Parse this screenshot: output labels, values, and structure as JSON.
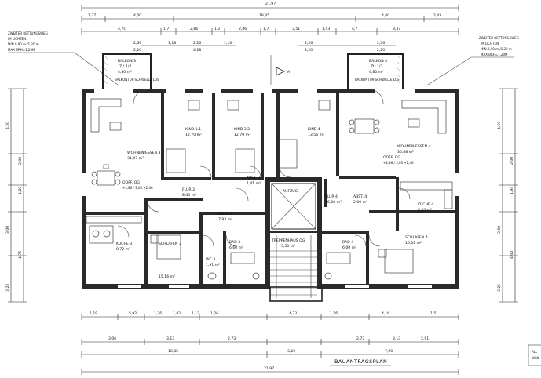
{
  "plan_title": "BAUANTRAGSPLAN",
  "north_marker": "A",
  "cut_edge_text": [
    "ALL",
    "WAN"
  ],
  "escape_notes": {
    "left": [
      "ZWEITER RETTUNGSWEG",
      "IM LICHTEN",
      "MIN.0,90 m /1,20 m",
      "MAX BRH=1,20M"
    ],
    "right": [
      "ZWEITER RETTUNGSWEG",
      "IM LICHTEN",
      "MIN.0,90 m /1,20 m",
      "MAX BRH=1,20M"
    ]
  },
  "rooms": {
    "balkon3": {
      "name": "BALKON 3",
      "sub": "ZU 1/2",
      "area": "4,80 m²"
    },
    "balkon4": {
      "name": "BALKON 4",
      "sub": "ZU 1/2",
      "area": "4,80 m²"
    },
    "schwelle3": "BALKONTÜR-SCHWELLE LOS",
    "schwelle4": "BALKONTÜR-SCHWELLE LOS",
    "kind31": {
      "name": "KIND 3.1",
      "area": "12,70 m²"
    },
    "kind32": {
      "name": "KIND 3.2",
      "area": "12,70 m²"
    },
    "kind4": {
      "name": "KIND 4",
      "area": "13,56 m²"
    },
    "wohnen3": {
      "name": "WOHNEN/ESSEN 3",
      "area": "31,47 m²"
    },
    "wohnen4": {
      "name": "WOHNEN/ESSEN 4",
      "area": "30,88 m²"
    },
    "kueche3": {
      "name": "KÜCHE 3",
      "area": "8,72 m²"
    },
    "kueche4": {
      "name": "KÜCHE 4",
      "area": "8,35 m²"
    },
    "flur3": {
      "name": "FLUR 3",
      "area": "8,40 m²"
    },
    "flur4": {
      "name": "FLUR 4",
      "area": "10,00 m²"
    },
    "schlafen3": {
      "name": "SCHLAFEN 3",
      "area": "15,16 m²"
    },
    "schlafen4": {
      "name": "SCHLAFEN 4",
      "area": "16,32 m²"
    },
    "diele3": {
      "name": "DIELE 3",
      "area": "7,83 m²"
    },
    "bad3": {
      "name": "BAD 3",
      "area": "6,60 m²"
    },
    "bad4": {
      "name": "BAD 4",
      "area": "6,00 m²"
    },
    "wc3": {
      "name": "WC 3",
      "area": "1,91 m²"
    },
    "abst3": {
      "name": "ABST. 3",
      "area": "1,41 m²"
    },
    "abst4": {
      "name": "ABST. 4",
      "area": "2,09 m²"
    },
    "aufzug": {
      "name": "AUFZUG"
    },
    "treppe": {
      "name": "TREPPENHAUS OG",
      "area": "5,50 m²"
    },
    "ooff3": "OOFF. OG",
    "level3": "+2,86 / 3,03 +2,46",
    "ooff4": "OOFF. OG",
    "level4": "+2,86 / 3,03 +2,46"
  },
  "dimensions": {
    "top_total": "21,97",
    "top_row1": [
      "1,37",
      "4,00",
      "18,35",
      "4,00",
      "2,43"
    ],
    "top_row2": [
      "4,7s",
      "1,7",
      "2,86",
      "1,2",
      "2,86",
      "1,7",
      "3,51",
      "1,43",
      "4,7",
      "8,37"
    ],
    "top_row3": [
      "2,36",
      "1,18",
      "2,26",
      "1,13",
      "2,26",
      "2,36"
    ],
    "top_row4": [
      "2,20",
      "4,28",
      "2,20",
      "2,20"
    ],
    "bottom_row1": [
      "1,19",
      "5,92",
      "1,76",
      "1,82",
      "1,17",
      "1,26",
      "4,33",
      "1,76",
      "4,16",
      "1,51"
    ],
    "bottom_row2": [
      "3,06",
      "3,13",
      "2,73",
      "2,73",
      "3,13",
      "2,91"
    ],
    "bottom_row3": [
      "10,85",
      "3,22",
      "7,90"
    ],
    "bottom_total": "21,97",
    "left_col": [
      "4,50",
      "2,00",
      "1,80",
      "3,00",
      "4,75",
      "3,25"
    ],
    "right_col": [
      "4,50",
      "2,00",
      "1,94",
      "3,00",
      "4,00",
      "3,25"
    ]
  }
}
